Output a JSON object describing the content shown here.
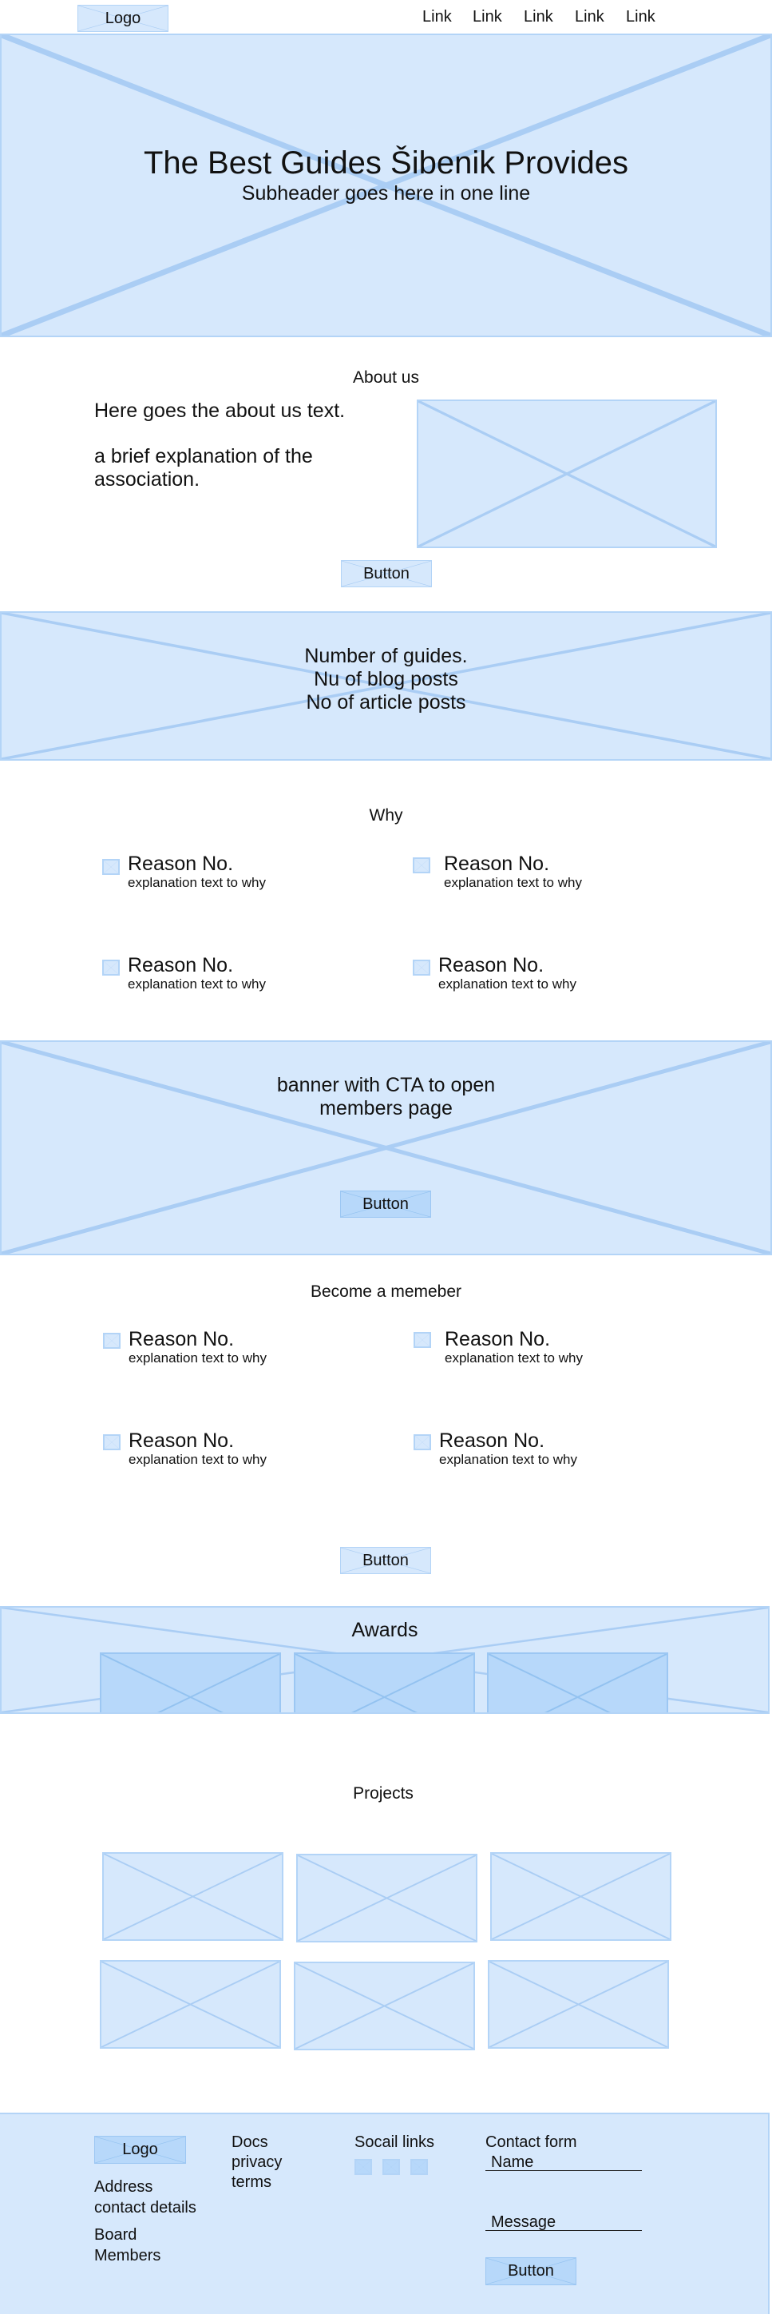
{
  "header": {
    "logo_label": "Logo",
    "nav_links": [
      "Link",
      "Link",
      "Link",
      "Link",
      "Link"
    ]
  },
  "hero": {
    "title": "The Best Guides Šibenik Provides",
    "subtitle": "Subheader goes here in one line"
  },
  "about": {
    "title": "About us",
    "text_line1": "Here goes the about us text.",
    "text_line2": "a brief explanation of the",
    "text_line3": "association.",
    "button_label": "Button"
  },
  "stats": {
    "line1": "Number of guides.",
    "line2": "Nu of blog posts",
    "line3": "No of article posts"
  },
  "why": {
    "title": "Why",
    "items": [
      {
        "title": "Reason No.",
        "text": "explanation text to why"
      },
      {
        "title": "Reason No.",
        "text": "explanation text to why"
      },
      {
        "title": "Reason No.",
        "text": "explanation text to why"
      },
      {
        "title": "Reason No.",
        "text": "explanation text to why"
      }
    ]
  },
  "cta_banner": {
    "line1": "banner with CTA to open",
    "line2": "members page",
    "button_label": "Button"
  },
  "become_member": {
    "title": "Become a memeber",
    "items": [
      {
        "title": "Reason No.",
        "text": "explanation text to why"
      },
      {
        "title": "Reason No.",
        "text": "explanation text to why"
      },
      {
        "title": "Reason No.",
        "text": "explanation text to why"
      },
      {
        "title": "Reason No.",
        "text": "explanation text to why"
      }
    ],
    "button_label": "Button"
  },
  "awards": {
    "title": "Awards"
  },
  "projects": {
    "title": "Projects"
  },
  "footer": {
    "logo_label": "Logo",
    "address_line1": "Address",
    "address_line2": "contact details",
    "board_line1": "Board",
    "board_line2": "Members",
    "docs_links": [
      "Docs",
      "privacy",
      "terms"
    ],
    "social_title": "Socail links",
    "social_icons": [
      "social-icon-1",
      "social-icon-2",
      "social-icon-3"
    ],
    "contact_title": "Contact form",
    "name_placeholder": "Name",
    "message_placeholder": "Message",
    "button_label": "Button"
  },
  "colors": {
    "placeholder_fill": "#d6e8fc",
    "placeholder_border": "#b3d4f7",
    "placeholder_dark_fill": "#b7d8fa"
  }
}
